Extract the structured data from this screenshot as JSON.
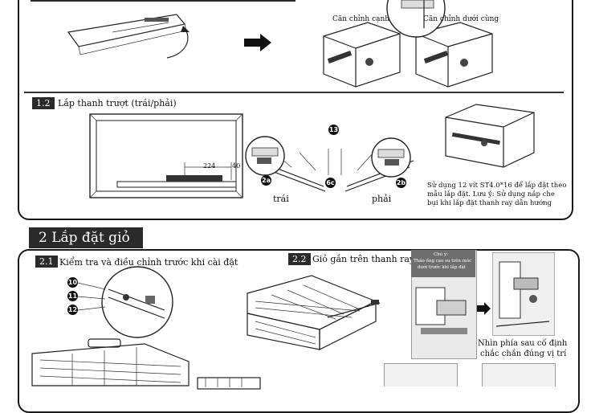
{
  "step1": {
    "top_label_left": "Căn chỉnh cạnh",
    "top_label_right": "Căn chỉnh dưới cùng",
    "badge_1_2": "1.2",
    "title_1_2": "Lắp thanh trượt (trái/phải)",
    "dim_224": "224",
    "dim_40": "40",
    "marker_13": "13",
    "marker_2a": "2a",
    "marker_2b": "2b",
    "marker_6c": "6c",
    "label_left": "trái",
    "label_right": "phải",
    "note_lines": [
      "Sử dụng 12 vít  ST4.0*16 để lắp đặt theo",
      "mẫu lắp đặt. Lưu ý: Sử dụng nắp che",
      "bụi khi lắp đặt thanh ray dẫn hướng"
    ]
  },
  "section2": {
    "title": "2 Lắp đặt giỏ",
    "badge_2_1": "2.1",
    "title_2_1": "Kiểm tra và điều chỉnh trước khi cài đặt",
    "badge_2_2": "2.2",
    "title_2_2": "Giỏ gắn trên thanh ray",
    "markers": [
      "10",
      "11",
      "12"
    ],
    "caution_lines": [
      "Chú ý:",
      "Tháo ống cao su trên móc",
      "dưới trước khi lắp đặt"
    ],
    "rear_note_lines": [
      "Nhìn phía sau cố định",
      "chắc chắn đúng vị trí"
    ]
  }
}
